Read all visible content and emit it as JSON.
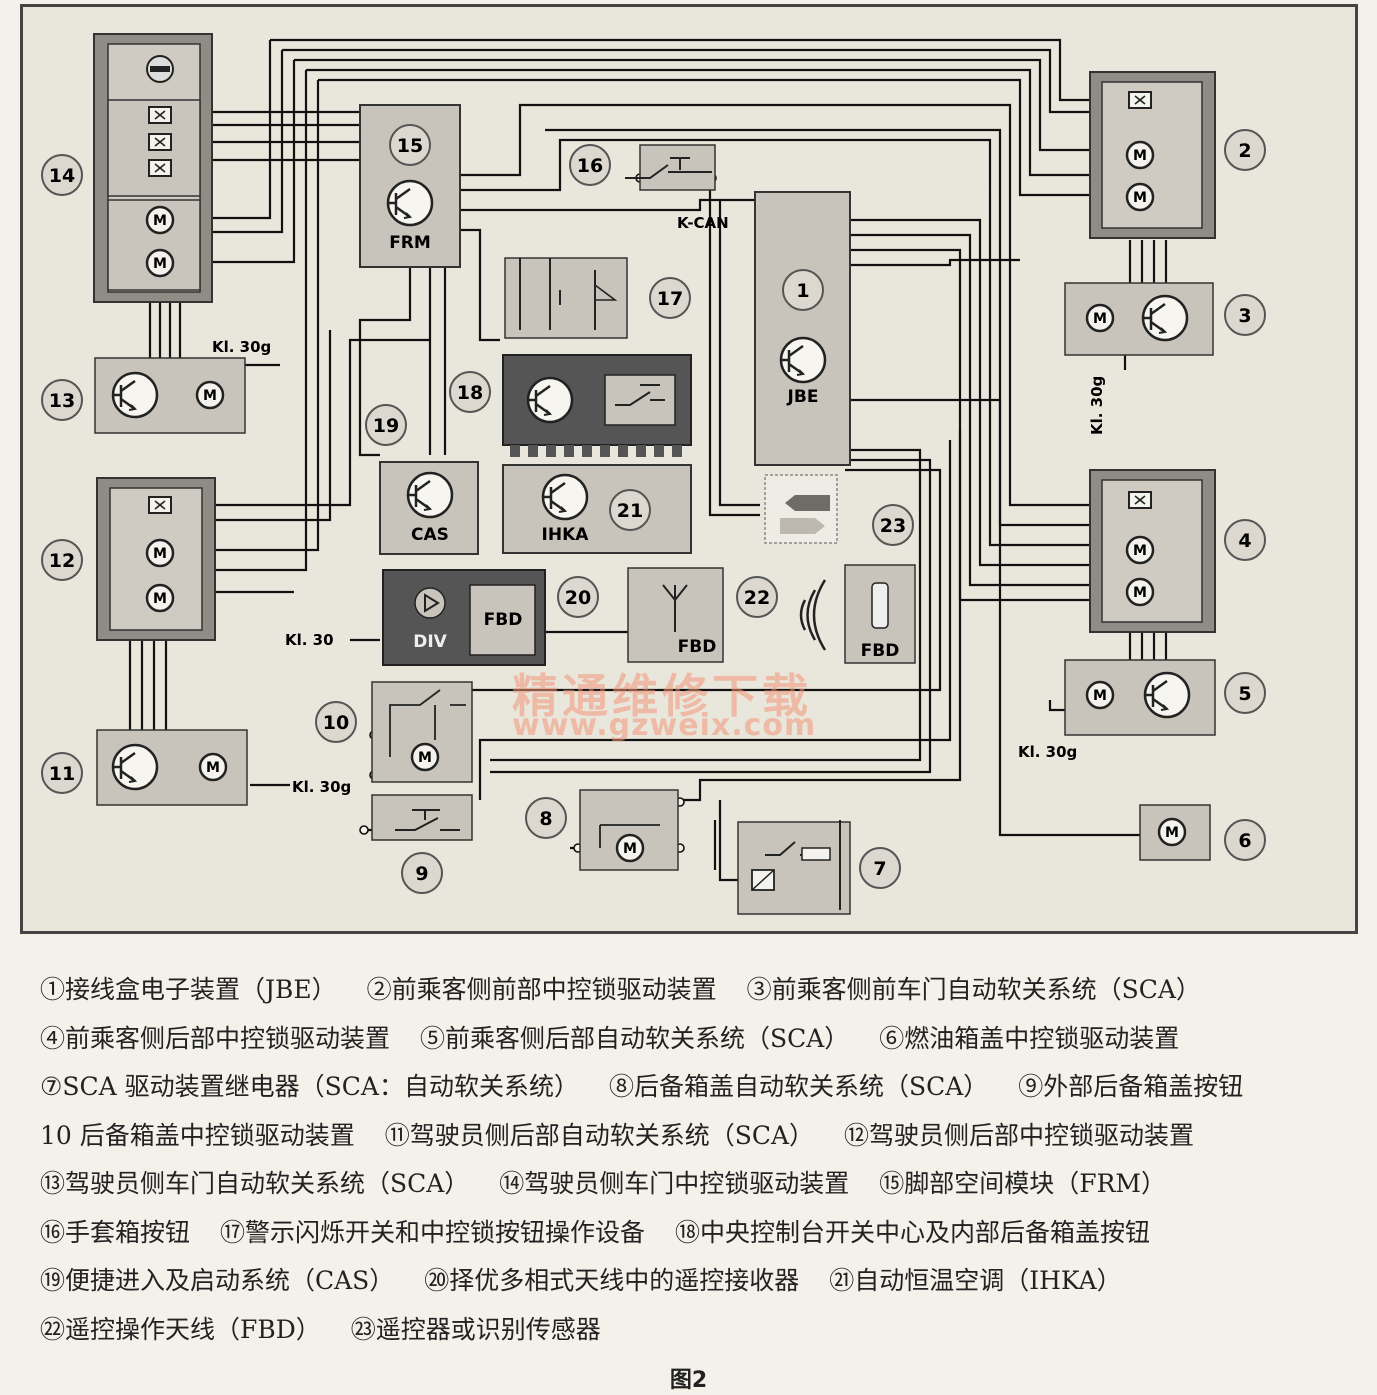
{
  "diagram": {
    "frm_label": "FRM",
    "jbe_label": "JBE",
    "cas_label": "CAS",
    "ihka_label": "IHKA",
    "div_label": "DIV",
    "fbd_label": "FBD",
    "kcan_label": "K-CAN",
    "kl30g": "Kl. 30g",
    "kl30": "Kl. 30",
    "callouts": [
      "1",
      "2",
      "3",
      "4",
      "5",
      "6",
      "7",
      "8",
      "9",
      "10",
      "11",
      "12",
      "13",
      "14",
      "15",
      "16",
      "17",
      "18",
      "19",
      "20",
      "21",
      "22",
      "23"
    ]
  },
  "watermark": {
    "cn": "精通维修下载",
    "url": "www.gzweix.com"
  },
  "legend": [
    "①接线盒电子装置（JBE）",
    "②前乘客侧前部中控锁驱动装置",
    "③前乘客侧前车门自动软关系统（SCA）",
    "④前乘客侧后部中控锁驱动装置",
    "⑤前乘客侧后部自动软关系统（SCA）",
    "⑥燃油箱盖中控锁驱动装置",
    "⑦SCA 驱动装置继电器（SCA：自动软关系统）",
    "⑧后备箱盖自动软关系统（SCA）",
    "⑨外部后备箱盖按钮",
    "10 后备箱盖中控锁驱动装置",
    "⑪驾驶员侧后部自动软关系统（SCA）",
    "⑫驾驶员侧后部中控锁驱动装置",
    "⑬驾驶员侧车门自动软关系统（SCA）",
    "⑭驾驶员侧车门中控锁驱动装置",
    "⑮脚部空间模块（FRM）",
    "⑯手套箱按钮",
    "⑰警示闪烁开关和中控锁按钮操作设备",
    "⑱中央控制台开关中心及内部后备箱盖按钮",
    "⑲便捷进入及启动系统（CAS）",
    "⑳择优多相式天线中的遥控接收器",
    "㉑自动恒温空调（IHKA）",
    "㉒遥控操作天线（FBD）",
    "㉓遥控器或识别传感器"
  ],
  "caption": "图2"
}
